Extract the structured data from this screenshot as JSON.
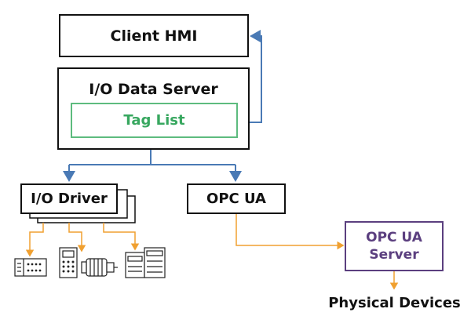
{
  "nodes": {
    "client_hmi": "Client HMI",
    "io_data_server": "I/O Data Server",
    "tag_list": "Tag List",
    "io_driver": "I/O Driver",
    "opc_ua": "OPC UA",
    "opc_ua_server": "OPC UA\nServer",
    "physical_devices": "Physical Devices"
  },
  "colors": {
    "blue_connector": "#4a7ab5",
    "orange_connector": "#f0a030",
    "tag_list_green": "#37a75f",
    "opc_server_purple": "#5b3f7f"
  },
  "icons": [
    "io-module-icon",
    "controller-icon",
    "motor-icon",
    "panel-icon"
  ]
}
